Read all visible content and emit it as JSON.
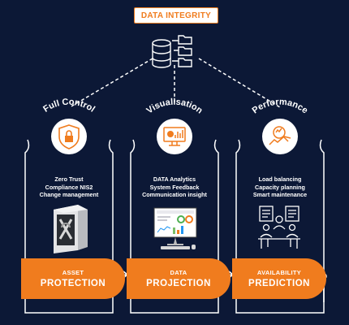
{
  "header": {
    "title": "DATA INTEGRITY"
  },
  "columns": [
    {
      "heading": "Full Control",
      "features": [
        "Zero Trust",
        "Compliance NIS2",
        "Change management"
      ],
      "pill_top": "ASSET",
      "pill_main": "PROTECTION",
      "icon": "shield-lock-icon"
    },
    {
      "heading": "Visualisation",
      "features": [
        "DATA Analytics",
        "System Feedback",
        "Communication insight"
      ],
      "pill_top": "DATA",
      "pill_main": "PROJECTION",
      "icon": "monitor-chart-icon"
    },
    {
      "heading": "Performance",
      "features": [
        "Load balancing",
        "Capacity planning",
        "Smart maintenance"
      ],
      "pill_top": "AVAILABILITY",
      "pill_main": "PREDICTION",
      "icon": "magnifier-graph-icon"
    }
  ],
  "colors": {
    "background": "#0c1836",
    "accent": "#f07c1e",
    "line": "#ffffff"
  }
}
